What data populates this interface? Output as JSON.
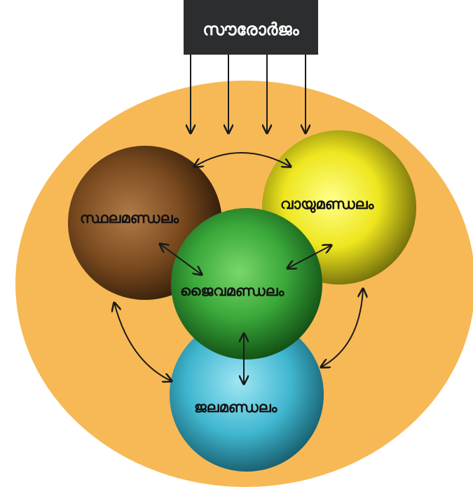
{
  "diagram": {
    "sun_label": "സൗരോർജം",
    "spheres": {
      "lithosphere": "സ്ഥലമണ്ഡലം",
      "atmosphere": "വായുമണ്ഡലം",
      "biosphere": "ജൈവമണ്ഡലം",
      "hydrosphere": "ജലമണ്ഡലം"
    },
    "colors": {
      "background_disc": "#f7b955",
      "sun_box": "#2b2d2e",
      "lithosphere": "#7a4a1f",
      "atmosphere": "#e8e21a",
      "biosphere": "#3aa83a",
      "hydrosphere": "#3fb6cf",
      "arrows": "#1a1a1a"
    }
  }
}
